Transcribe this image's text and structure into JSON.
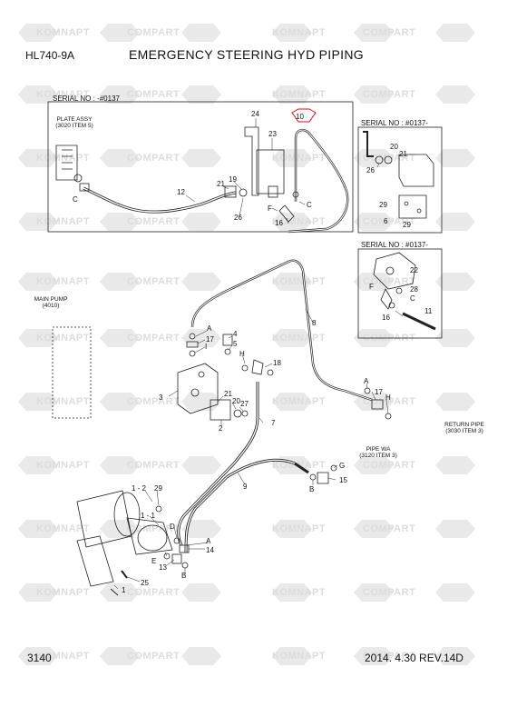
{
  "header": {
    "model": "HL740-9A",
    "title": "EMERGENCY STEERING HYD PIPING"
  },
  "watermark": {
    "brand_a": "KOMNAPT",
    "brand_b": "COMPART"
  },
  "serials": {
    "top_left": "SERIAL NO : -#0137",
    "top_right": "SERIAL NO : #0137-",
    "mid_right": "SERIAL NO : #0137-"
  },
  "notes": {
    "plate_assy": "PLATE ASSY",
    "plate_assy_ref": "(3020 ITEM 5)",
    "main_pump": "MAIN PUMP",
    "main_pump_ref": "(4010)",
    "return_pipe": "RETURN PIPE",
    "return_pipe_ref": "(3030 ITEM 3)",
    "pipe_wa": "PIPE WA",
    "pipe_wa_ref": "(3120 ITEM 3)"
  },
  "callouts": {
    "c24": "24",
    "c23": "23",
    "c10": "10",
    "c12": "12",
    "c19": "19",
    "c21a": "21",
    "c26a": "26",
    "cFa": "F",
    "cCa": "C",
    "c16a": "16",
    "cCb": "C",
    "c20a": "20",
    "c21b": "21",
    "c26b": "26",
    "c29a": "29",
    "c6": "6",
    "c29b": "29",
    "c22": "22",
    "cFb": "F",
    "c28": "28",
    "cCc": "C",
    "c16b": "16",
    "c11": "11",
    "c8": "8",
    "cAa": "A",
    "c17a": "17",
    "cIa": "I",
    "c4": "4",
    "c5": "5",
    "cHa": "H",
    "c18": "18",
    "c3": "3",
    "c21c": "21",
    "c20b": "20",
    "c27": "27",
    "c2": "2",
    "c7": "7",
    "cAb": "A",
    "c17b": "17",
    "cHb": "H",
    "cG": "G",
    "c15": "15",
    "cBa": "B",
    "c9": "9",
    "c1_2": "1 - 2",
    "c29c": "29",
    "c1_1": "1 - 1",
    "cD": "D",
    "cAc": "A",
    "c14": "14",
    "cE": "E",
    "c13": "13",
    "cBb": "B",
    "c25": "25",
    "c1": "1"
  },
  "footer": {
    "page": "3140",
    "revision": "2014. 4.30  REV.14D"
  }
}
